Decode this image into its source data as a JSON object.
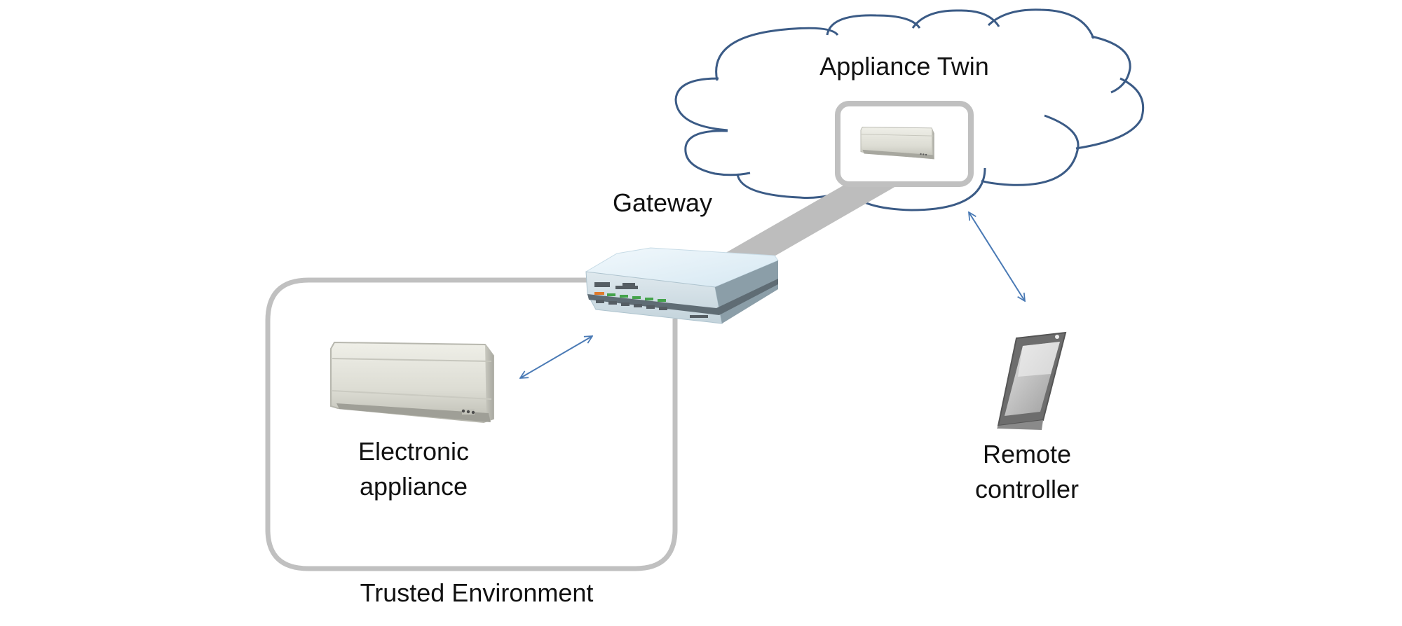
{
  "diagram": {
    "labels": {
      "appliance_twin": "Appliance Twin",
      "gateway": "Gateway",
      "electronic_appliance_line1": "Electronic",
      "electronic_appliance_line2": "appliance",
      "remote_controller_line1": "Remote",
      "remote_controller_line2": "controller",
      "trusted_environment": "Trusted Environment"
    },
    "icons": {
      "cloud": "cloud-icon",
      "appliance_twin": "air-conditioner-icon",
      "gateway": "router-icon",
      "electronic_appliance": "air-conditioner-icon",
      "remote_controller": "smartphone-icon"
    },
    "colors": {
      "cloud_stroke": "#3b5b86",
      "frame_stroke": "#c0c0c0",
      "arrow": "#4a7ab5",
      "link_band": "#bdbdbd",
      "text": "#111111"
    }
  }
}
